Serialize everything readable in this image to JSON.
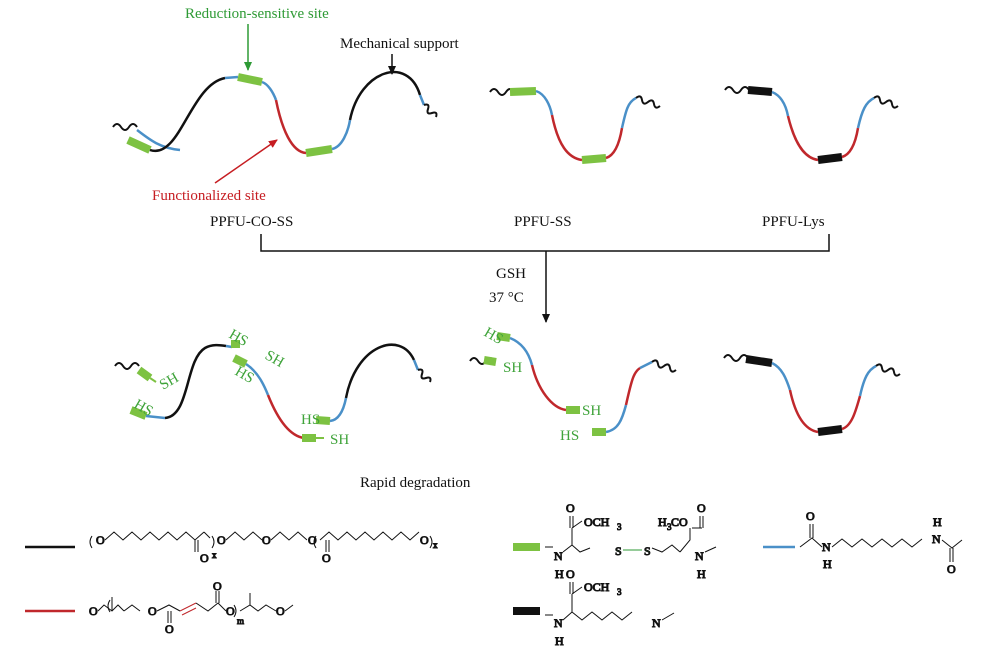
{
  "colors": {
    "mechanical": "#111111",
    "functional": "#c0282c",
    "reduction": "#7dc242",
    "linker": "#4a90c8",
    "lysine": "#111111",
    "label_green": "#2e9a35",
    "label_red": "#c61d22"
  },
  "annotations": {
    "reduction_sensitive": "Reduction-sensitive site",
    "mechanical_support": "Mechanical support",
    "functionalized_site": "Functionalized site"
  },
  "polymers": [
    {
      "name": "PPFU-CO-SS"
    },
    {
      "name": "PPFU-SS"
    },
    {
      "name": "PPFU-Lys"
    }
  ],
  "conditions": {
    "reagent": "GSH",
    "temperature": "37 °C"
  },
  "result": "Rapid degradation",
  "thiol": {
    "sh": "SH",
    "hs": "HS"
  },
  "legend": {
    "subscript_x": "x",
    "subscript_m": "m",
    "methyl_ester": "OCH",
    "methyl_ester_left": "H",
    "sub3": "3",
    "co": "CO",
    "o": "O",
    "n": "N",
    "h": "H",
    "s": "S"
  }
}
